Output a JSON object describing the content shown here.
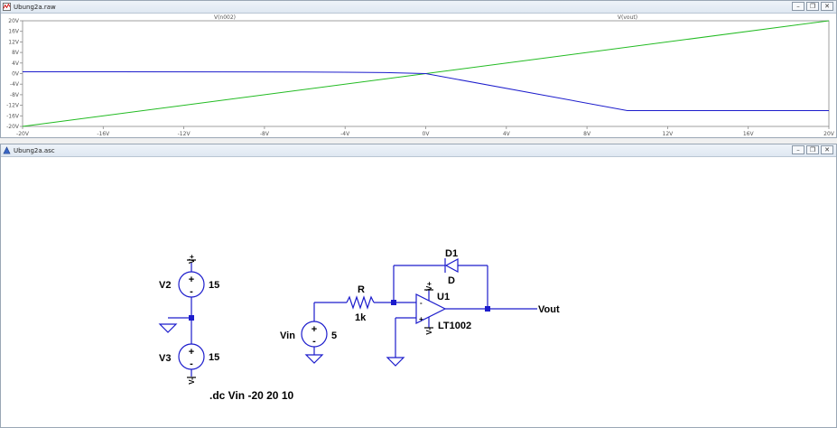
{
  "plot_window": {
    "title": "Ubung2a.raw",
    "buttons": [
      "–",
      "❐",
      "✕"
    ]
  },
  "schematic_window": {
    "title": "Ubung2a.asc",
    "buttons": [
      "–",
      "❐",
      "✕"
    ]
  },
  "chart_data": {
    "type": "line",
    "title": "",
    "x_tick_labels": [
      "-20V",
      "-16V",
      "-12V",
      "-8V",
      "-4V",
      "0V",
      "4V",
      "8V",
      "12V",
      "16V",
      "20V"
    ],
    "y_tick_labels": [
      "20V",
      "16V",
      "12V",
      "8V",
      "4V",
      "0V",
      "-4V",
      "-8V",
      "-12V",
      "-16V",
      "-20V"
    ],
    "xlim": [
      -20,
      20
    ],
    "ylim": [
      -20,
      20
    ],
    "grid": false,
    "series": [
      {
        "name": "V(n002)",
        "color": "#22bb22",
        "x": [
          -20,
          20
        ],
        "y": [
          -20,
          20
        ]
      },
      {
        "name": "V(vout)",
        "color": "#1c1ccc",
        "x": [
          -20,
          -6,
          -2,
          0,
          10,
          20
        ],
        "y": [
          0.7,
          0.6,
          0.4,
          0,
          -14,
          -14
        ]
      }
    ]
  },
  "schematic": {
    "labels": {
      "v2_name": "V2",
      "v2_value": "15",
      "v3_name": "V3",
      "v3_value": "15",
      "vin_name": "Vin",
      "vin_value": "5",
      "r_name": "R",
      "r_value": "1k",
      "d_name": "D1",
      "d_value": "D",
      "u_name": "U1",
      "u_value": "LT1002",
      "vout_label": "Vout",
      "directive": ".dc Vin -20 20 10",
      "vplus": "V+",
      "vminus": "V-",
      "plus": "+",
      "minus": "-"
    }
  }
}
